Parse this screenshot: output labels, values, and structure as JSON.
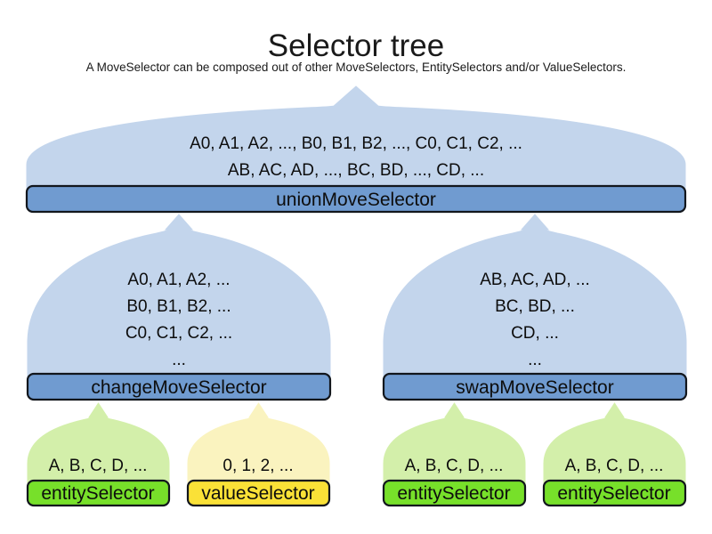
{
  "header": {
    "title": "Selector tree",
    "subtitle": "A MoveSelector can be composed out of other MoveSelectors, EntitySelectors and/or ValueSelectors."
  },
  "colors": {
    "dome_blue": "#c3d5ec",
    "dome_green": "#d3efaa",
    "dome_yellow": "#faf3bf",
    "bar_blue": "#709bd0",
    "bar_green": "#77e02a",
    "bar_yellow": "#fae137",
    "outline": "#12161c",
    "text": "#0d0d0d"
  },
  "nodes": {
    "union": {
      "label": "unionMoveSelector",
      "lines": [
        "A0, A1, A2, ..., B0, B1, B2, ..., C0, C1, C2, ...",
        "AB, AC, AD, ..., BC, BD, ..., CD, ..."
      ]
    },
    "change": {
      "label": "changeMoveSelector",
      "lines": [
        "A0, A1, A2, ...",
        "B0, B1, B2, ...",
        "C0, C1, C2, ...",
        "..."
      ]
    },
    "swap": {
      "label": "swapMoveSelector",
      "lines": [
        "AB, AC, AD, ...",
        "BC, BD, ...",
        "CD, ...",
        "..."
      ]
    },
    "leaf_entity_1": {
      "label": "entitySelector",
      "lines": [
        "A, B, C, D, ..."
      ]
    },
    "leaf_value_1": {
      "label": "valueSelector",
      "lines": [
        "0, 1, 2, ..."
      ]
    },
    "leaf_entity_2": {
      "label": "entitySelector",
      "lines": [
        "A, B, C, D, ..."
      ]
    },
    "leaf_entity_3": {
      "label": "entitySelector",
      "lines": [
        "A, B, C, D, ..."
      ]
    }
  }
}
